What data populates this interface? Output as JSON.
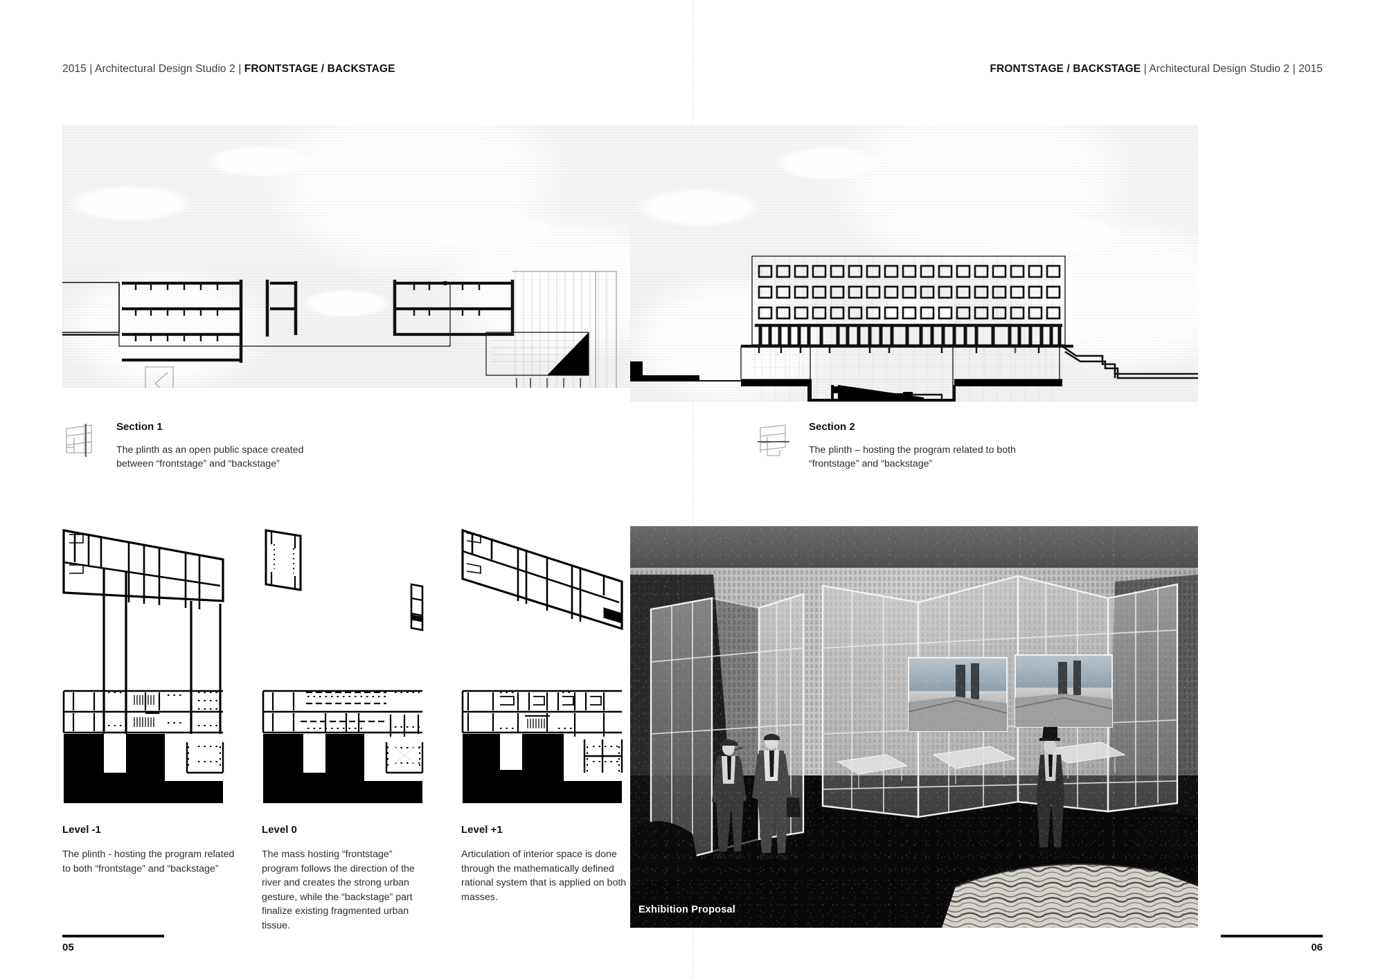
{
  "spread": {
    "page_left": {
      "running_header": {
        "year": "2015",
        "course": "Architectural Design Studio 2",
        "project": "FRONTSTAGE / BACKSTAGE",
        "full": "2015 | Architectural Design Studio 2 | FRONTSTAGE / BACKSTAGE"
      },
      "page_number": "05"
    },
    "page_right": {
      "running_header": {
        "year": "2015",
        "course": "Architectural Design Studio 2",
        "project": "FRONTSTAGE / BACKSTAGE",
        "full": "FRONTSTAGE / BACKSTAGE | Architectural Design Studio 2 | 2015"
      },
      "page_number": "06"
    }
  },
  "sections": [
    {
      "id": "section-1",
      "icon": "axonometric-section-icon",
      "title": "Section 1",
      "body": "The plinth as an open public space created between “frontstage” and “backstage”"
    },
    {
      "id": "section-2",
      "icon": "axonometric-section-icon",
      "title": "Section 2",
      "body": "The plinth – hosting the program related to both “frontstage” and “backstage”"
    }
  ],
  "plans": [
    {
      "id": "level-minus-1",
      "title": "Level -1",
      "body": "The plinth - hosting the program related to both “frontstage” and “backstage”"
    },
    {
      "id": "level-0",
      "title": "Level 0",
      "body": "The mass hosting “frontstage” program follows the direction of the river and creates the strong urban gesture, while the “backstage” part finalize existing fragmented urban tissue."
    },
    {
      "id": "level-plus-1",
      "title": "Level +1",
      "body": "Articulation of interior space is done through the mathematically defined rational system that is applied on both masses."
    }
  ],
  "photo": {
    "id": "exhibition-proposal",
    "label": "Exhibition Proposal",
    "description": "Black and white photo collage of an exhibition interior with glass partition panels, two men in suits, and mounted landscape photographs"
  },
  "colors": {
    "ink": "#111111",
    "body_text": "#2c2c2c",
    "header_text": "#3c3c3c",
    "page_background": "#ffffff",
    "drawing_background": "#f4f4f5",
    "fold_line": "#e2e2e2",
    "photo_dark": "#0a0a0a"
  }
}
